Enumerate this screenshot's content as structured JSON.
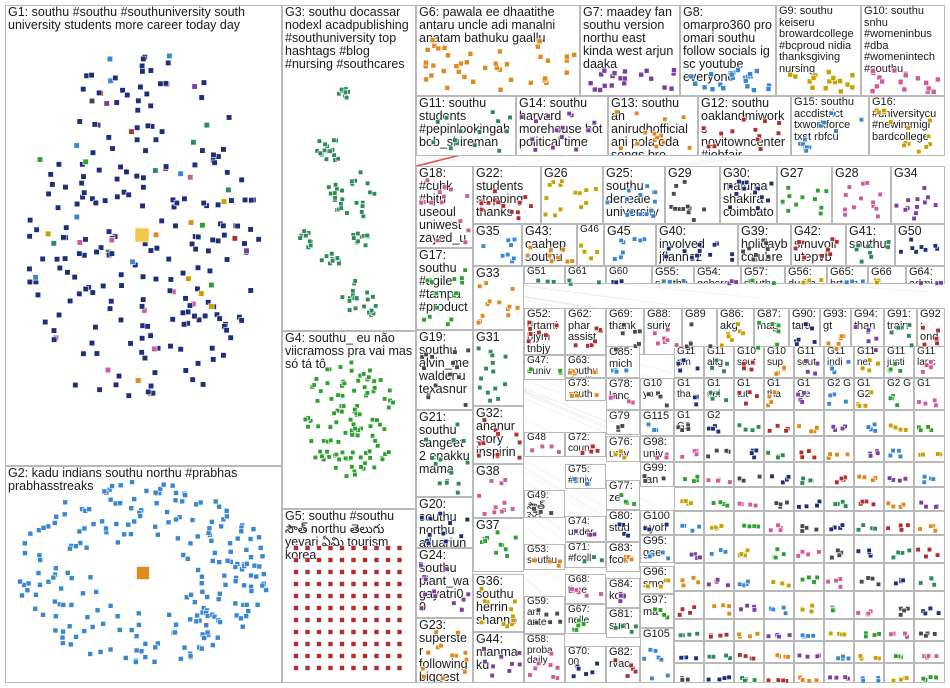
{
  "groups": [
    {
      "id": "G1",
      "label": "G1: southu #southu #southuniversity south university students more career today day"
    },
    {
      "id": "G2",
      "label": "G2: kadu indians southu northu #prabhas prabhasstreaks"
    },
    {
      "id": "G3",
      "label": "G3: southu docassar nodexl acadpublishing #southuniversity top hashtags #blog #nursing #southcares"
    },
    {
      "id": "G4",
      "label": "G4: southu_ eu não viicramoss pra vai mas só tá tô"
    },
    {
      "id": "G5",
      "label": "G5: southu #southu సౌత్ northu తెలుగు yevari ఏమి tourism korea"
    },
    {
      "id": "G6",
      "label": "G6: pawala ee dhaatithe antaru uncle adi manalni anatam bathuku gaallu"
    },
    {
      "id": "G7",
      "label": "G7: maadey fan southu version northu east kinda west arjun daaka"
    },
    {
      "id": "G8",
      "label": "G8: omarpro360 pro omari southu follow socials ig sc youtube everyone"
    },
    {
      "id": "G9",
      "label": "G9: southu keiseru browardcollege #bcproud nidia thanksgiving nursing"
    },
    {
      "id": "G10",
      "label": "G10: southu snhu #womeninbus #dba #womenintech #southu"
    },
    {
      "id": "G11",
      "label": "G11: southu students #pepinlookingah bob_shireman"
    },
    {
      "id": "G12",
      "label": "G12: southu oaklandmiworks novitowncenter #jobfair"
    },
    {
      "id": "G13",
      "label": "G13: southu ah anirudhofficial ani pola oda songs bro song"
    },
    {
      "id": "G14",
      "label": "G14: southu harvard morehouse hot political time"
    },
    {
      "id": "G15",
      "label": "G15: southu accdistrict txworkforce txst rbfcu"
    },
    {
      "id": "G16",
      "label": "G16: #universitycu #newimmigr bardcollege"
    },
    {
      "id": "G17",
      "label": "G17: southu #agile #tampa #product"
    },
    {
      "id": "G18",
      "label": "G18: #cuhk #bjtu useoul uniwest zayed_u"
    },
    {
      "id": "G19",
      "label": "G19: southu alvin_me waldenu texasnur"
    },
    {
      "id": "G20",
      "label": "G20: southu northu alluarjun okate"
    },
    {
      "id": "G21",
      "label": "G21: southu sangeet2 enakku mama"
    },
    {
      "id": "G22",
      "label": "G22: students stopping thanks"
    },
    {
      "id": "G23",
      "label": "G23: superster following biggest"
    },
    {
      "id": "G24",
      "label": "G24: southu plant_wa gayatri00"
    },
    {
      "id": "G25",
      "label": "G25: southu deneale university"
    },
    {
      "id": "G26",
      "label": "G26"
    },
    {
      "id": "G27",
      "label": "G27"
    },
    {
      "id": "G28",
      "label": "G28"
    },
    {
      "id": "G29",
      "label": "G29"
    },
    {
      "id": "G30",
      "label": "G30: maluma shakira coimbato"
    },
    {
      "id": "G31",
      "label": "G31"
    },
    {
      "id": "G32",
      "label": "G32: ananur story inspirin"
    },
    {
      "id": "G33",
      "label": "G33"
    },
    {
      "id": "G34",
      "label": "G34"
    },
    {
      "id": "G35",
      "label": "G35"
    },
    {
      "id": "G36",
      "label": "G36: southu herrin shanno"
    },
    {
      "id": "G37",
      "label": "G37"
    },
    {
      "id": "G38",
      "label": "G38"
    },
    {
      "id": "G39",
      "label": "G39: holidayb cotubre"
    },
    {
      "id": "G40",
      "label": "G40: involved jflannez"
    },
    {
      "id": "G41",
      "label": "G41: southu"
    },
    {
      "id": "G42",
      "label": "G42: smuvoll utepvb"
    },
    {
      "id": "G43",
      "label": "G43: caahep southu"
    },
    {
      "id": "G44",
      "label": "G44: manma ku"
    },
    {
      "id": "G45",
      "label": "G45"
    },
    {
      "id": "G46",
      "label": "G46"
    },
    {
      "id": "G47",
      "label": "G47: #univ"
    },
    {
      "id": "G48",
      "label": "G48"
    },
    {
      "id": "G49",
      "label": "G49: సౌత్ ఫెడ్"
    },
    {
      "id": "G50",
      "label": "G50"
    },
    {
      "id": "G51",
      "label": "G51"
    },
    {
      "id": "G52",
      "label": "G52: drtami bjym tnbjy"
    },
    {
      "id": "G53",
      "label": "G53: southu"
    },
    {
      "id": "G54",
      "label": "G54: gchsra"
    },
    {
      "id": "G55",
      "label": "G55: southu"
    },
    {
      "id": "G56",
      "label": "G56: durha"
    },
    {
      "id": "G57",
      "label": "G57: southu"
    },
    {
      "id": "G58",
      "label": "G58: proba daily"
    },
    {
      "id": "G59",
      "label": "G59: ani ante"
    },
    {
      "id": "G60",
      "label": "G60"
    },
    {
      "id": "G61",
      "label": "G61"
    },
    {
      "id": "G62",
      "label": "G62: phar assist"
    },
    {
      "id": "G63",
      "label": "G63: southu drmill"
    },
    {
      "id": "G64",
      "label": "G64: admi"
    },
    {
      "id": "G65",
      "label": "G65: hrtam"
    },
    {
      "id": "G66",
      "label": "G66"
    },
    {
      "id": "G67",
      "label": "G67: nelle"
    },
    {
      "id": "G68",
      "label": "G68: time"
    },
    {
      "id": "G69",
      "label": "G69: thank"
    },
    {
      "id": "G70",
      "label": "G70: 00"
    },
    {
      "id": "G71",
      "label": "G71: #fcoll"
    },
    {
      "id": "G72",
      "label": "G72: count"
    },
    {
      "id": "G73",
      "label": "G73: south"
    },
    {
      "id": "G74",
      "label": "G74: under"
    },
    {
      "id": "G75",
      "label": "G75: #univ"
    },
    {
      "id": "G76",
      "label": "G76: univ"
    },
    {
      "id": "G77",
      "label": "G77: ze"
    },
    {
      "id": "G78",
      "label": "G78: lanc"
    },
    {
      "id": "G79",
      "label": "G79"
    },
    {
      "id": "G80",
      "label": "G80: stud"
    },
    {
      "id": "G81",
      "label": "G81: sum"
    },
    {
      "id": "G82",
      "label": "G82: rvac"
    },
    {
      "id": "G83",
      "label": "G83: fcoll"
    },
    {
      "id": "G84",
      "label": "G84: kop"
    },
    {
      "id": "G85",
      "label": "G85: mich"
    },
    {
      "id": "G86",
      "label": "G86: akg"
    },
    {
      "id": "G87",
      "label": "G87: mag"
    },
    {
      "id": "G88",
      "label": "G88: suriy"
    },
    {
      "id": "G89",
      "label": "G89"
    },
    {
      "id": "G90",
      "label": "G90: tara"
    },
    {
      "id": "G91",
      "label": "G91: train"
    },
    {
      "id": "G92",
      "label": "G92: onde"
    },
    {
      "id": "G93",
      "label": "G93: gt"
    },
    {
      "id": "G94",
      "label": "G94: than"
    },
    {
      "id": "G95",
      "label": "G95: gee"
    },
    {
      "id": "G96",
      "label": "G96: smo"
    },
    {
      "id": "G97",
      "label": "G97: ma"
    },
    {
      "id": "G98",
      "label": "G98: univ"
    },
    {
      "id": "G99",
      "label": "G99: fan"
    },
    {
      "id": "G100",
      "label": "G100: yoh"
    },
    {
      "id": "G105",
      "label": "G105"
    },
    {
      "id": "G115",
      "label": "G115"
    }
  ],
  "small_labels": [
    "G11 pm",
    "G11 akg",
    "G10 sout",
    "G10 sup",
    "G11 sout",
    "G11 indi",
    "G11 ner",
    "G11 justi",
    "G11 lanc",
    "G10 yo",
    "G1 tha",
    "G1 #el",
    "G1 tut",
    "G1 tha",
    "G1 Ge",
    "G2 G",
    "G1 G2",
    "G2 G",
    "G1",
    "G1 G2",
    "G2"
  ],
  "colors": {
    "background": "#ffffff",
    "box_border": "#b9b9b9",
    "edge": "#9a9a9a",
    "edge_red": "#d62b2b",
    "g1_node": "#1e2f7a",
    "g2_node": "#3a87d0",
    "g3_node": "#2e8b57",
    "g4_node": "#2fa02f",
    "g5_node": "#b03030",
    "g6_node": "#e08a1e"
  }
}
